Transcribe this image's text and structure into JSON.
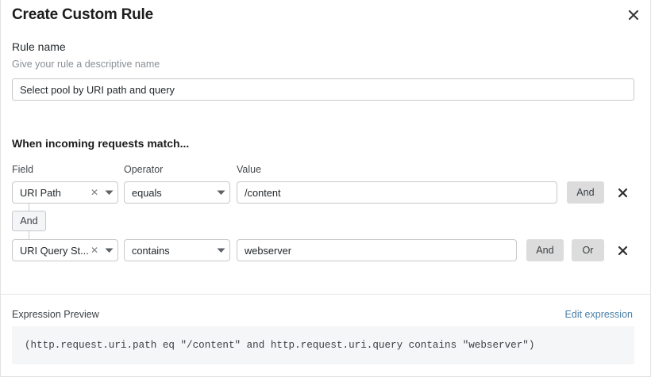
{
  "dialog": {
    "title": "Create Custom Rule",
    "close_icon": "close-icon"
  },
  "rule_name": {
    "label": "Rule name",
    "hint": "Give your rule a descriptive name",
    "value": "Select pool by URI path and query",
    "placeholder": "Select pool by URI path and query"
  },
  "conditions": {
    "heading": "When incoming requests match...",
    "columns": {
      "field": "Field",
      "operator": "Operator",
      "value": "Value"
    },
    "connector": {
      "label": "And"
    },
    "rows": [
      {
        "field": "URI Path",
        "field_clear_icon": "clear-icon",
        "field_chevron_icon": "chevron-down-icon",
        "operator": "equals",
        "operator_chevron_icon": "chevron-down-icon",
        "value": "/content",
        "and_label": "And",
        "delete_icon": "close-icon"
      },
      {
        "field": "URI Query St...",
        "field_clear_icon": "clear-icon",
        "field_chevron_icon": "chevron-down-icon",
        "operator": "contains",
        "operator_chevron_icon": "chevron-down-icon",
        "value": "webserver",
        "and_label": "And",
        "or_label": "Or",
        "delete_icon": "close-icon"
      }
    ]
  },
  "expression_preview": {
    "label": "Expression Preview",
    "edit_link": "Edit expression",
    "code": "(http.request.uri.path eq \"/content\" and http.request.uri.query contains \"webserver\")"
  },
  "colors": {
    "link": "#4a7fa8",
    "logic_button_bg": "#dcdcdc",
    "code_bg": "#f5f6f7",
    "border": "#c5c8cb"
  }
}
